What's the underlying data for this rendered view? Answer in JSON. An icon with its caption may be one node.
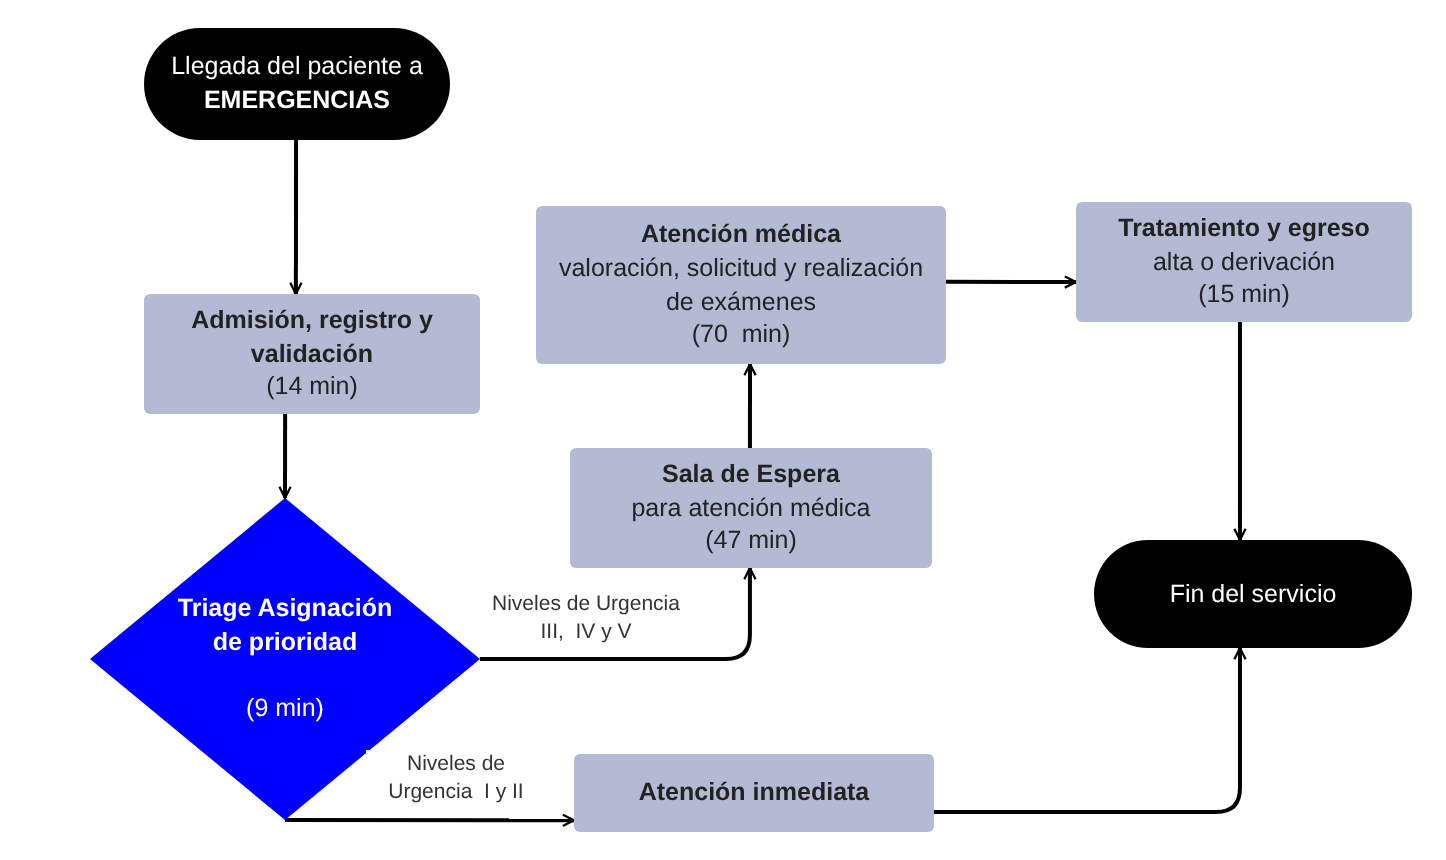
{
  "diagram": {
    "nodes": [
      {
        "text": [
          "Llegada del paciente a **EMERGENCIAS**"
        ]
      },
      {
        "text": [
          "Admisión, registro y validación",
          "(14 min)"
        ]
      },
      {
        "text": [
          "Triage Asignación de prioridad",
          "(9 min)"
        ]
      },
      {
        "text": [
          "Sala de Espera",
          "para atención médica",
          "(47 min)"
        ]
      },
      {
        "text": [
          "Atención médica",
          "valoración, solicitud y realización de exámenes",
          "(70  min)"
        ]
      },
      {
        "text": [
          "Tratamiento y egreso",
          "alta o derivación",
          "(15 min)"
        ]
      },
      {
        "text": [
          "Fin del servicio"
        ]
      },
      {
        "text": [
          "Atención inmediata"
        ]
      }
    ],
    "edges": [
      {
        "from": 0,
        "to": 1,
        "arrow": "to"
      },
      {
        "from": 1,
        "to": 2,
        "arrow": "to"
      },
      {
        "from": 2,
        "to": 3,
        "arrow": "to",
        "label": "Niveles de Urgencia III,  IV y V"
      },
      {
        "from": 2,
        "to": 7,
        "arrow": "to",
        "label": "Niveles de Urgencia  I y II"
      },
      {
        "from": 3,
        "to": 4,
        "arrow": "to"
      },
      {
        "from": 4,
        "to": 5,
        "arrow": "to"
      },
      {
        "from": 5,
        "to": 6,
        "arrow": "to"
      },
      {
        "from": 7,
        "to": 6,
        "arrow": "to"
      }
    ]
  }
}
